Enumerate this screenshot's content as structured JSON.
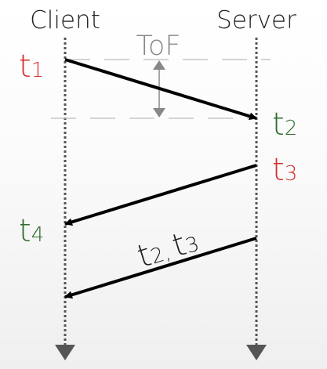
{
  "participants": {
    "client": "Client",
    "server": "Server"
  },
  "annotations": {
    "tof": "ToF"
  },
  "timestamps": {
    "t1": {
      "base": "t",
      "sub": "1",
      "color": "#d62f2f"
    },
    "t2": {
      "base": "t",
      "sub": "2",
      "color": "#2e6b2e"
    },
    "t3": {
      "base": "t",
      "sub": "3",
      "color": "#d62f2f"
    },
    "t4": {
      "base": "t",
      "sub": "4",
      "color": "#2e6b2e"
    }
  },
  "reply_message": {
    "a_base": "t",
    "a_sub": "2",
    "sep": ",",
    "b_base": "t",
    "b_sub": "3"
  },
  "colors": {
    "lifeline": "#555555",
    "arrow": "#000000",
    "guide": "#bbbbbb",
    "tof_marker": "#888888",
    "text": "#222222"
  }
}
